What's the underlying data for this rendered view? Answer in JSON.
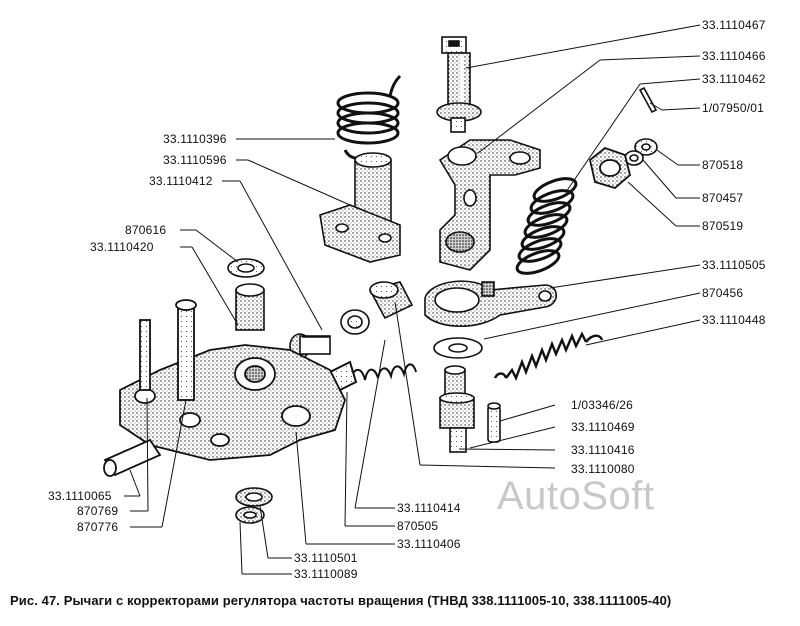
{
  "figure": {
    "caption": "Рис. 47. Рычаги с корректорами регулятора частоты вращения (ТНВД 338.1111005-10, 338.1111005-40)",
    "watermark": "AutoSoft"
  },
  "labels": {
    "p33_1110467": "33.1110467",
    "p33_1110466": "33.1110466",
    "p33_1110462": "33.1110462",
    "p1_07950_01": "1/07950/01",
    "p870518": "870518",
    "p870457": "870457",
    "p870519": "870519",
    "p33_1110505": "33.1110505",
    "p870456": "870456",
    "p33_1110448": "33.1110448",
    "p1_03346_26": "1/03346/26",
    "p33_1110469": "33.1110469",
    "p33_1110416": "33.1110416",
    "p33_1110080": "33.1110080",
    "p33_1110414": "33.1110414",
    "p870505": "870505",
    "p33_1110406": "33.1110406",
    "p33_1110501": "33.1110501",
    "p33_1110089": "33.1110089",
    "p33_1110396": "33.1110396",
    "p33_1110596": "33.1110596",
    "p33_1110412": "33.1110412",
    "p870616": "870616",
    "p33_1110420": "33.1110420",
    "p33_1110065": "33.1110065",
    "p870769": "870769",
    "p870776": "870776"
  }
}
